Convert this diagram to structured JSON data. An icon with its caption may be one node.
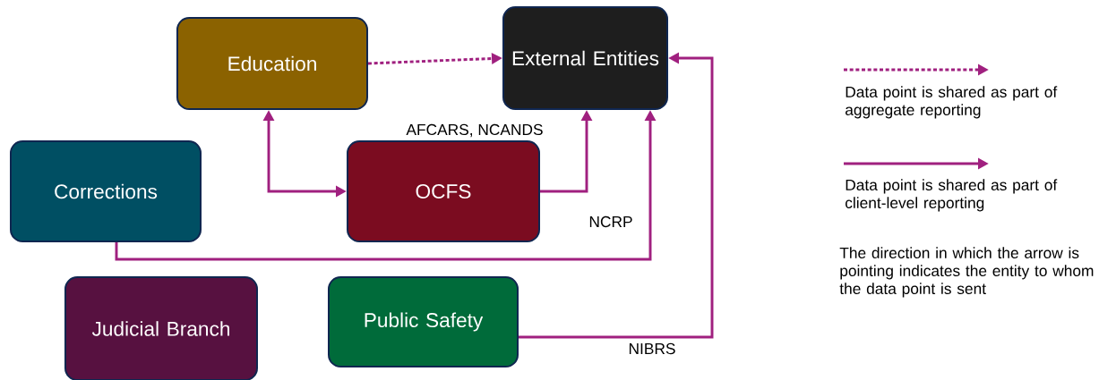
{
  "diagram": {
    "nodes": [
      {
        "text": [
          "Education"
        ]
      },
      {
        "text": [
          "External Entities"
        ]
      },
      {
        "text": [
          "Corrections"
        ]
      },
      {
        "text": [
          "OCFS"
        ]
      },
      {
        "text": [
          "Judicial Branch"
        ]
      },
      {
        "text": [
          "Public Safety"
        ]
      }
    ],
    "edges": [
      {
        "from": 0,
        "to": 1,
        "arrow": "to",
        "style": "dashed"
      },
      {
        "from": 3,
        "to": 0,
        "arrow": "both"
      },
      {
        "from": 3,
        "to": 1,
        "arrow": "to",
        "label": "AFCARS, NCANDS"
      },
      {
        "from": 2,
        "to": 1,
        "arrow": "to",
        "label": "NCRP"
      },
      {
        "from": 5,
        "to": 1,
        "arrow": "to",
        "label": "NIBRS"
      }
    ],
    "labels": [
      "The direction in which the arrow is pointing indicates the entity to whom the data point is sent"
    ],
    "legend": [
      {
        "text": "Data point is shared as part of aggregate reporting"
      },
      {
        "text": "Data point is shared as part of client-level reporting"
      }
    ]
  }
}
